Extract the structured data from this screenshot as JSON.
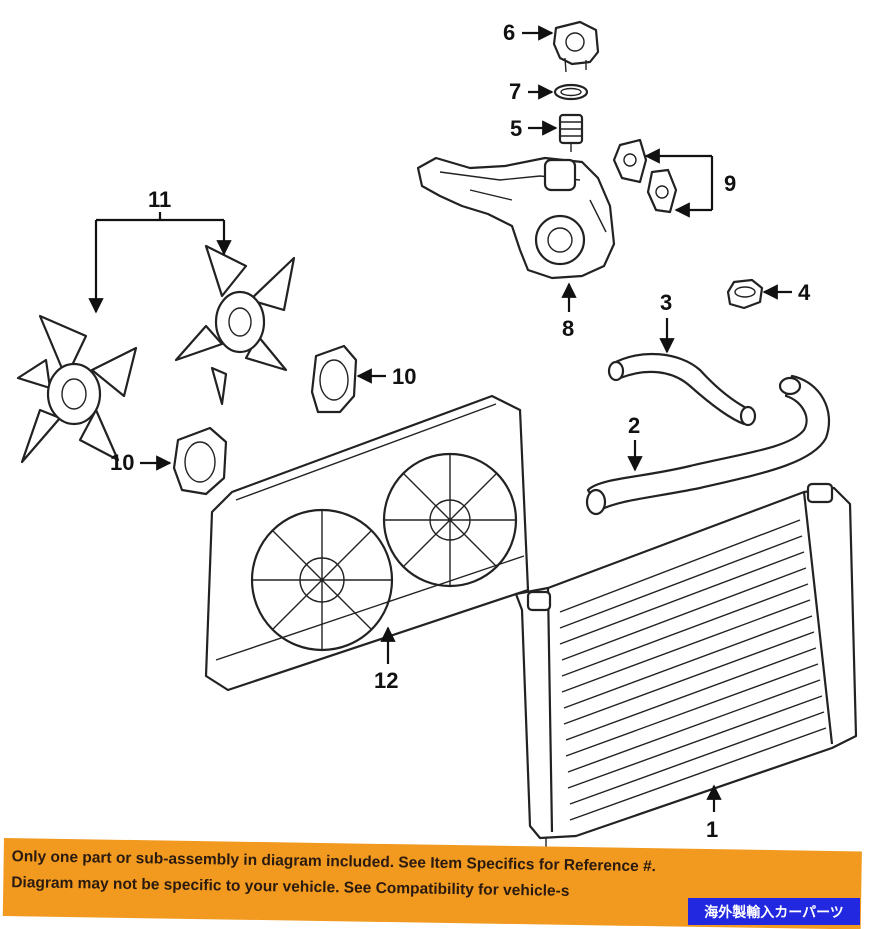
{
  "callouts": {
    "c1": "1",
    "c2": "2",
    "c3": "3",
    "c4": "4",
    "c5": "5",
    "c6": "6",
    "c7": "7",
    "c8": "8",
    "c9": "9",
    "c10a": "10",
    "c10b": "10",
    "c11": "11",
    "c12": "12"
  },
  "disclaimer": {
    "line1": "Only one part or sub-assembly in diagram included. See Item Specifics for Reference #.",
    "line2": "Diagram may not be specific to your vehicle. See Compatibility for vehicle-s",
    "color": "#f19a1f"
  },
  "badge": {
    "text": "海外製輸入カーパーツ",
    "color": "#2128e0"
  }
}
